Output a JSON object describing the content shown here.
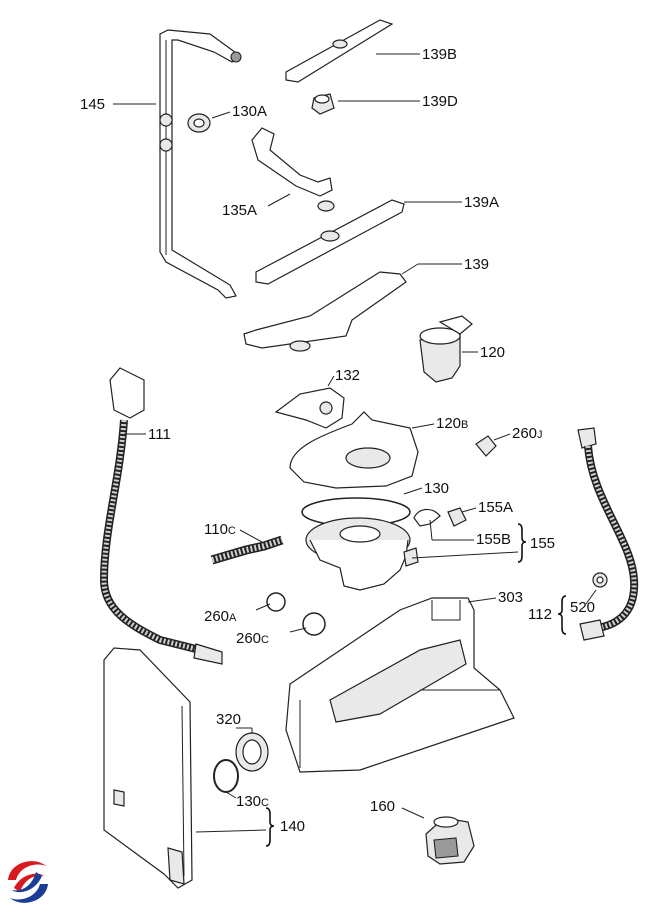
{
  "labels": {
    "l145": "145",
    "l130a": "130A",
    "l139b": "139B",
    "l139d": "139D",
    "l135a": "135A",
    "l139a": "139A",
    "l139": "139",
    "l120": "120",
    "l132": "132",
    "l111": "111",
    "l120b_main": "120",
    "l120b_suffix": "B",
    "l260j_main": "260",
    "l260j_suffix": "J",
    "l130": "130",
    "l155a": "155A",
    "l110c_main": "110",
    "l110c_suffix": "C",
    "l155b": "155B",
    "l155": "155",
    "l260a_main": "260",
    "l260a_suffix": "A",
    "l260c_main": "260",
    "l260c_suffix": "C",
    "l303": "303",
    "l520": "520",
    "l112": "112",
    "l320": "320",
    "l130c_main": "130",
    "l130c_suffix": "C",
    "l140": "140",
    "l160": "160"
  },
  "logo": {
    "icon": "brand-swirl-logo",
    "colors": [
      "#d71920",
      "#1b3d96"
    ]
  }
}
